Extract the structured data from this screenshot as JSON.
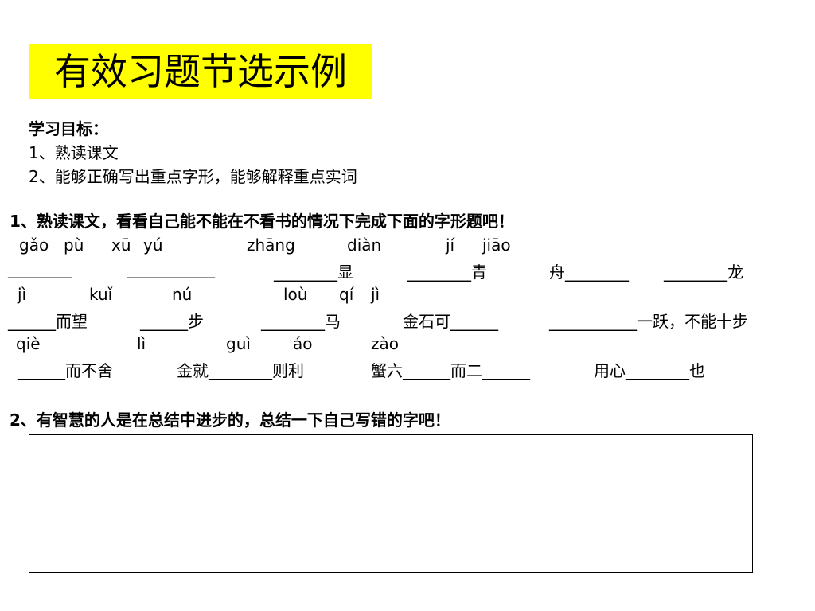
{
  "colors": {
    "title_background": "#ffff00",
    "text": "#000000"
  },
  "title": "有效习题节选示例",
  "goals": {
    "heading": "学习目标：",
    "item1": "1、熟读课文",
    "item2": "2、能够正确写出重点字形，能够解释重点实词"
  },
  "question1": {
    "prompt": "1、熟读课文，看看自己能不能在不看书的情况下完成下面的字形题吧！",
    "pinyin1": [
      {
        "text": "gǎo"
      },
      {
        "text": "pù"
      },
      {
        "text": "xū"
      },
      {
        "text": "yú"
      },
      {
        "text": "zhāng"
      },
      {
        "text": "diàn"
      },
      {
        "text": "jí"
      },
      {
        "text": "jiāo"
      }
    ],
    "blanks1": [
      "________",
      "___________",
      "________显",
      "________青",
      "舟________",
      "________龙"
    ],
    "pinyin2": [
      {
        "text": "jì"
      },
      {
        "text": "kuǐ"
      },
      {
        "text": "nú"
      },
      {
        "text": "loù"
      },
      {
        "text": "qí"
      },
      {
        "text": "jì"
      }
    ],
    "blanks2": [
      "______而望",
      "______步",
      "________马",
      "金石可______",
      "___________一跃，不能十步"
    ],
    "pinyin3": [
      {
        "text": "qiè"
      },
      {
        "text": "lì"
      },
      {
        "text": "guì"
      },
      {
        "text": "áo"
      },
      {
        "text": "zào"
      }
    ],
    "blanks3": [
      "______而不舍",
      "金就________则利",
      "蟹六______而二______",
      "用心________也"
    ]
  },
  "question2": {
    "prompt": "2、有智慧的人是在总结中进步的，总结一下自己写错的字吧！"
  }
}
